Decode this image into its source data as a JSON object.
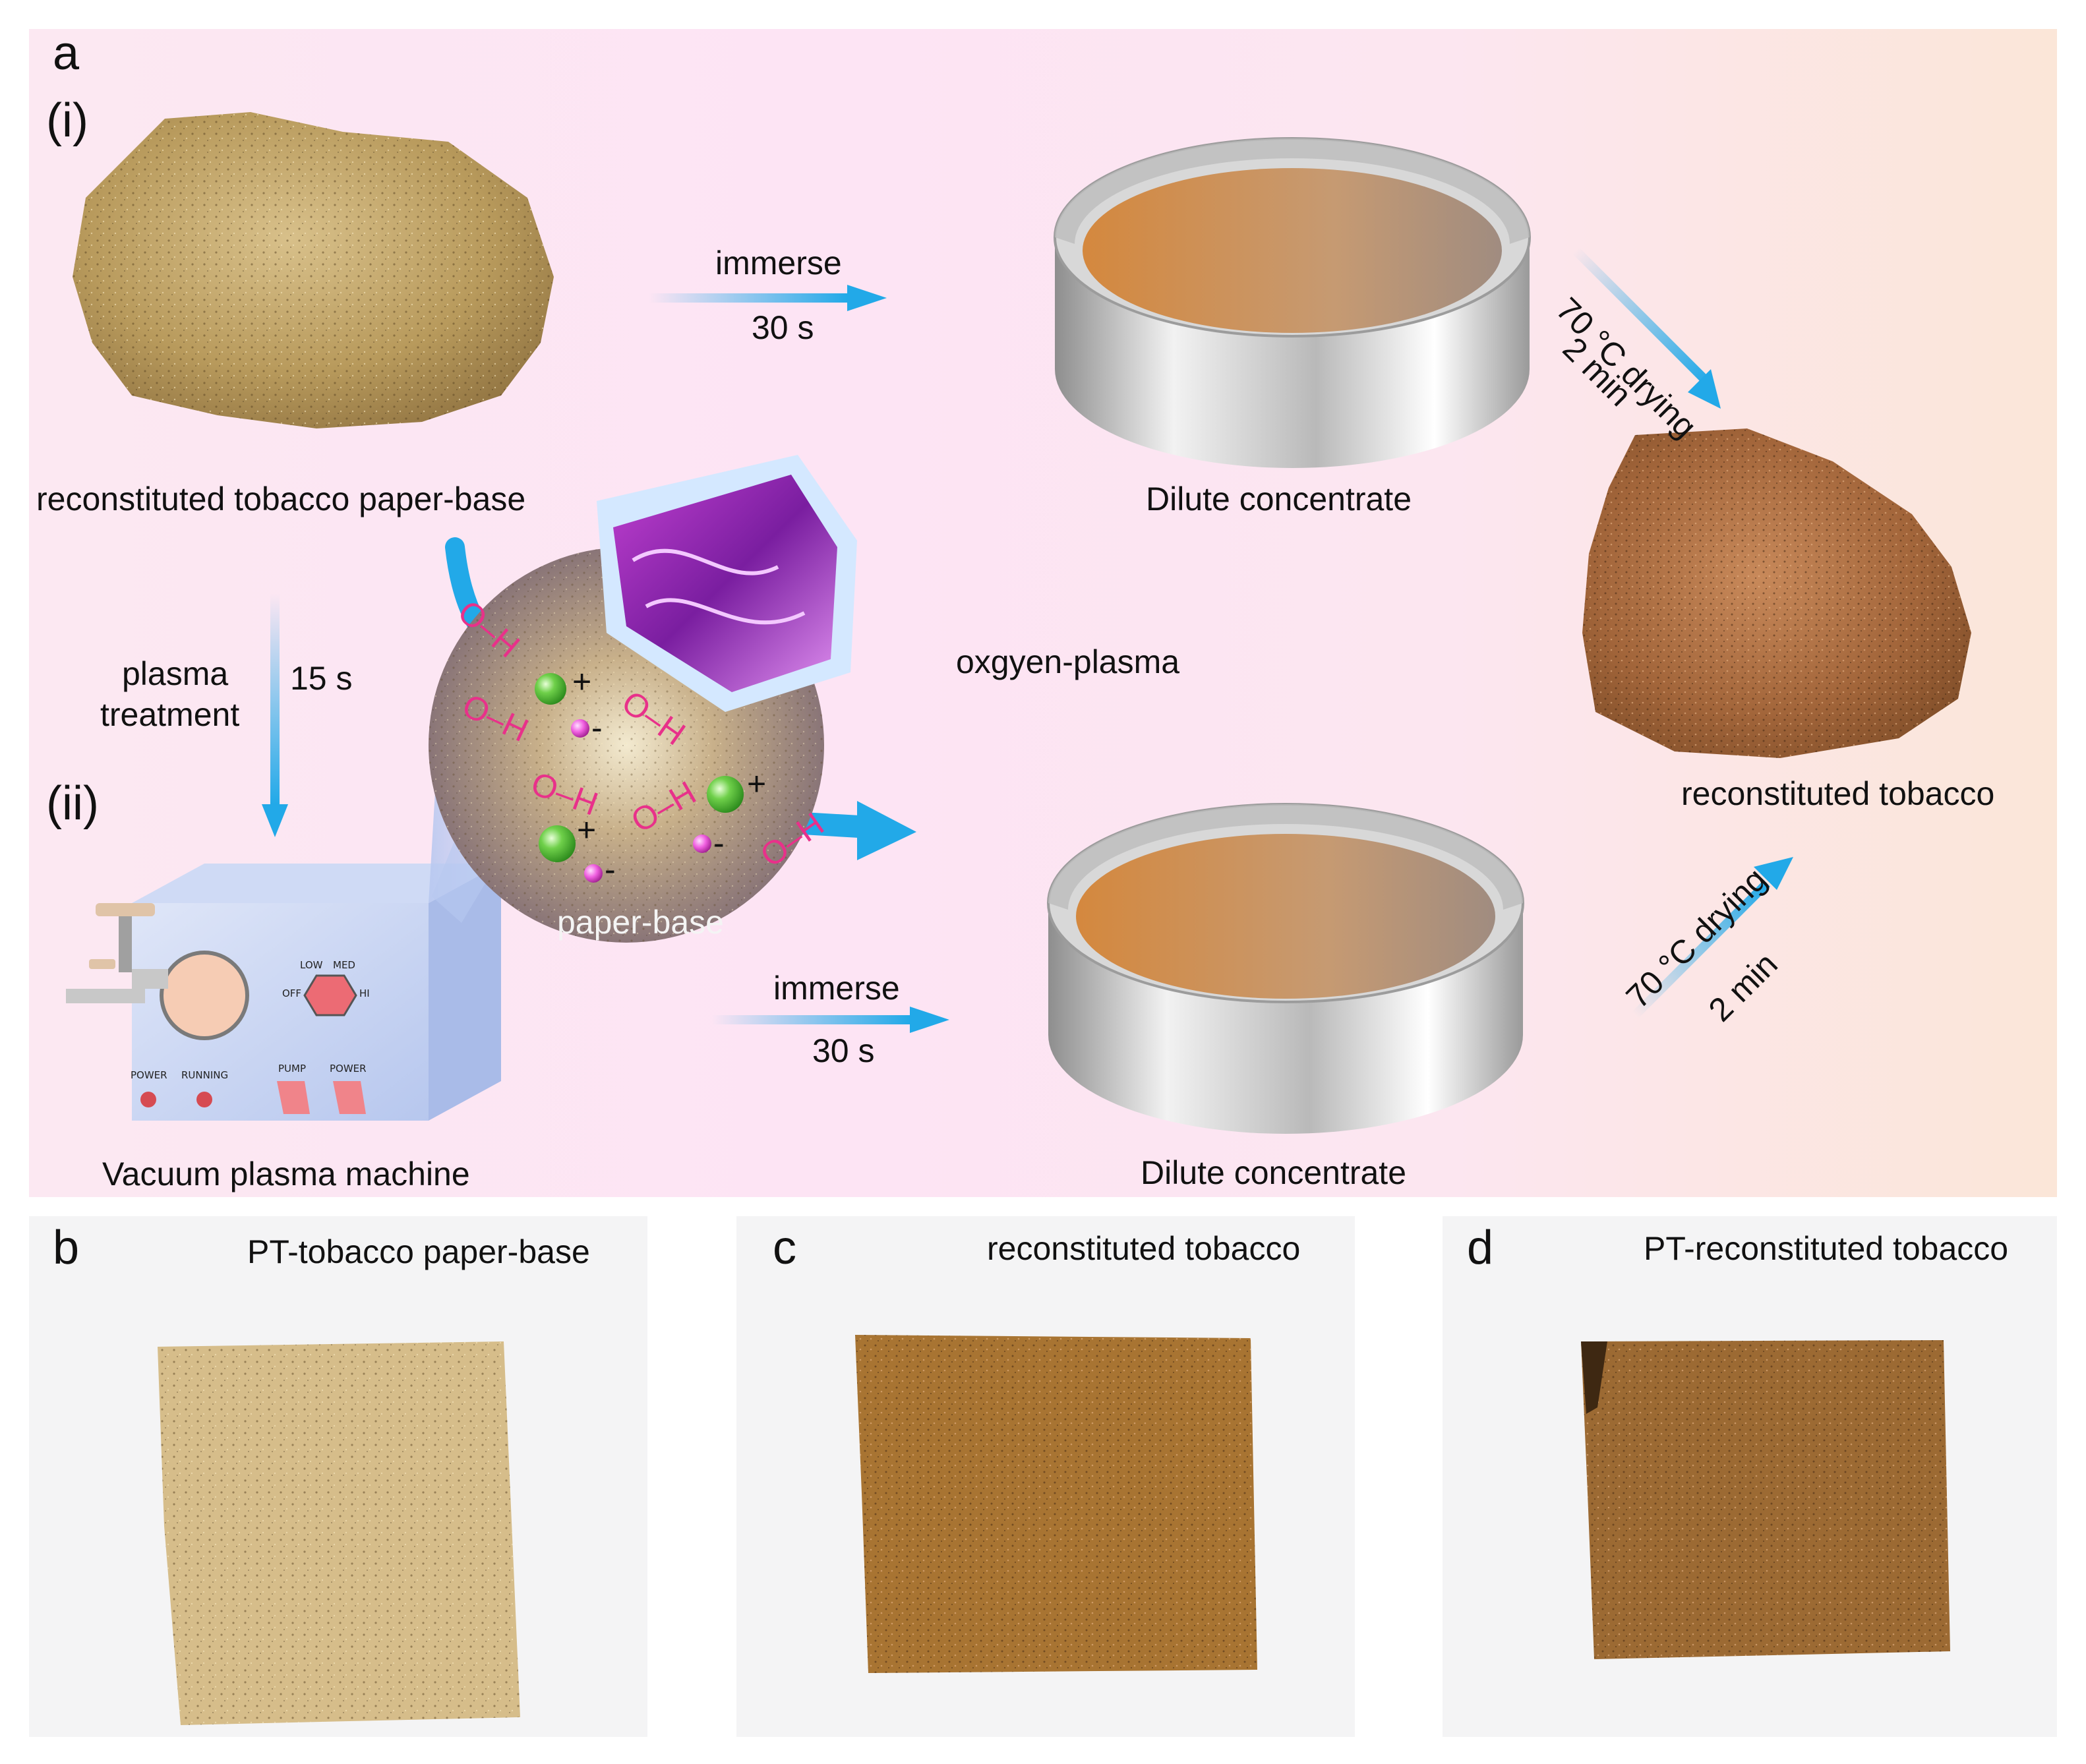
{
  "panel_a": {
    "letter": "a",
    "row1_label": "(i)",
    "row2_label": "(ii)",
    "paper_base_label": "reconstituted tobacco paper-base",
    "dish1_label": "Dilute concentrate",
    "dish2_label": "Dilute concentrate",
    "immerse1": "immerse",
    "time1": "30 s",
    "immerse2": "immerse",
    "time2": "30 s",
    "drying1": "70 °C drying",
    "drying1_time": "2 min",
    "drying2": "70 °C drying",
    "drying2_time": "2 min",
    "plasma_label_1": "plasma",
    "plasma_label_2": "treatment",
    "plasma_time": "15 s",
    "oxygen_plasma": "oxgyen-plasma",
    "paper_base_inset": "paper-base",
    "product_label": "reconstituted tobacco",
    "machine_label": "Vacuum plasma machine",
    "oh": "O–H",
    "plus": "+",
    "minus": "-",
    "machine": {
      "low": "LOW",
      "med": "MED",
      "off": "OFF",
      "hi": "HI",
      "power1": "POWER",
      "running": "RUNNING",
      "pump": "PUMP",
      "power2": "POWER"
    }
  },
  "panel_b": {
    "letter": "b",
    "title": "PT-tobacco paper-base"
  },
  "panel_c": {
    "letter": "c",
    "title": "reconstituted tobacco"
  },
  "panel_d": {
    "letter": "d",
    "title": "PT-reconstituted tobacco"
  },
  "colors": {
    "arrow_blue": "#22a9e8",
    "oh_pink": "#e8318a",
    "liquid_orange": "#c8803e",
    "paper_tan": "#bfa063",
    "tobacco_brown": "#a8692f"
  }
}
